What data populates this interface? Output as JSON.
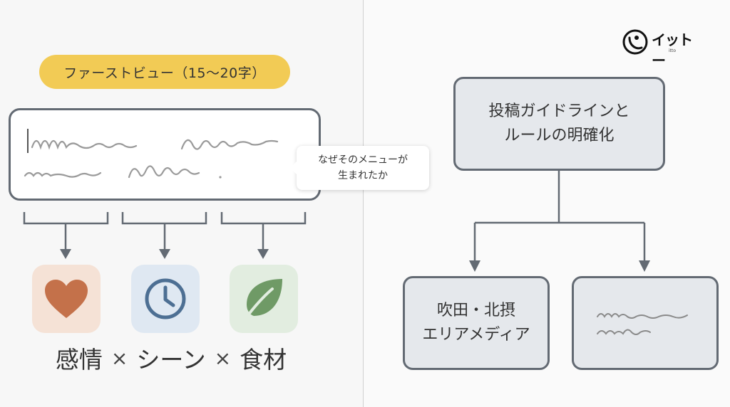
{
  "left_panel": {
    "pill_label": "ファーストビュー（15〜20字）",
    "tooltip_lines": [
      "なぜそのメニューが",
      "生まれたか"
    ],
    "icons": [
      {
        "name": "heart-icon",
        "color": "#c4714a",
        "bg": "#f5e2d6"
      },
      {
        "name": "clock-icon",
        "color": "#4d6f93",
        "bg": "#dfe8f2"
      },
      {
        "name": "leaf-icon",
        "color": "#6f9a66",
        "bg": "#e2ede0"
      }
    ],
    "formula": {
      "term1": "感情",
      "times": "×",
      "term2": "シーン",
      "term3": "食材"
    }
  },
  "right_panel": {
    "logo_text": "イットー",
    "logo_sub": "itto",
    "top_box_lines": [
      "投稿ガイドラインと",
      "ルールの明確化"
    ],
    "bottom_left_lines": [
      "吹田・北摂",
      "エリアメディア"
    ]
  },
  "colors": {
    "pill": "#f2cb55",
    "box_fill": "#e5e8ec",
    "box_border": "#636a73",
    "connector": "#636a73",
    "scribble": "#9a9a9a"
  }
}
